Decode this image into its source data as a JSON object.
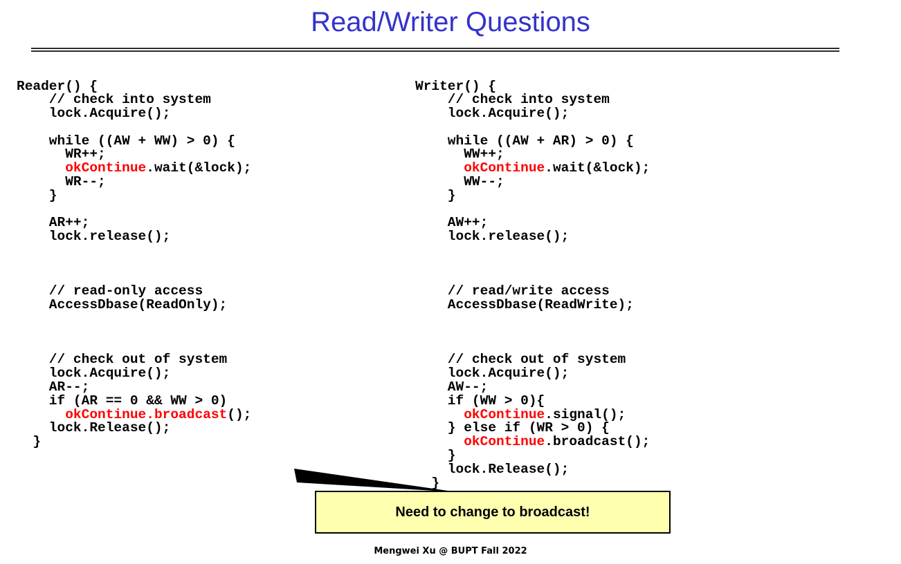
{
  "slide": {
    "title": "Read/Writer Questions",
    "title_color": "#3333cc",
    "background": "#ffffff",
    "footer": "Mengwei Xu @ BUPT Fall 2022"
  },
  "callout": {
    "text": "Need to change to broadcast!",
    "fill_color": "#ffffb0",
    "border_color": "#000000"
  },
  "code": {
    "highlight_color": "#ff0000",
    "text_color": "#000000",
    "reader": [
      [
        {
          "t": "Reader() {",
          "c": "black"
        }
      ],
      [
        {
          "t": "    // check into system",
          "c": "black"
        }
      ],
      [
        {
          "t": "    lock.Acquire();",
          "c": "black"
        }
      ],
      [
        {
          "t": "",
          "c": "black"
        }
      ],
      [
        {
          "t": "    while ((AW + WW) > 0) {",
          "c": "black"
        }
      ],
      [
        {
          "t": "      WR++;",
          "c": "black"
        }
      ],
      [
        {
          "t": "      ",
          "c": "black"
        },
        {
          "t": "okContinue",
          "c": "red"
        },
        {
          "t": ".wait(&lock);",
          "c": "black"
        }
      ],
      [
        {
          "t": "      WR--;",
          "c": "black"
        }
      ],
      [
        {
          "t": "    }",
          "c": "black"
        }
      ],
      [
        {
          "t": "",
          "c": "black"
        }
      ],
      [
        {
          "t": "    AR++;",
          "c": "black"
        }
      ],
      [
        {
          "t": "    lock.release();",
          "c": "black"
        }
      ],
      [
        {
          "t": "",
          "c": "black"
        }
      ],
      [
        {
          "t": "",
          "c": "black"
        }
      ],
      [
        {
          "t": "",
          "c": "black"
        }
      ],
      [
        {
          "t": "    // read-only access",
          "c": "black"
        }
      ],
      [
        {
          "t": "    AccessDbase(ReadOnly);",
          "c": "black"
        }
      ],
      [
        {
          "t": "",
          "c": "black"
        }
      ],
      [
        {
          "t": "",
          "c": "black"
        }
      ],
      [
        {
          "t": "",
          "c": "black"
        }
      ],
      [
        {
          "t": "    // check out of system",
          "c": "black"
        }
      ],
      [
        {
          "t": "    lock.Acquire();",
          "c": "black"
        }
      ],
      [
        {
          "t": "    AR--;",
          "c": "black"
        }
      ],
      [
        {
          "t": "    if (AR == 0 && WW > 0)",
          "c": "black"
        }
      ],
      [
        {
          "t": "      ",
          "c": "black"
        },
        {
          "t": "okContinue.broadcast",
          "c": "red"
        },
        {
          "t": "();",
          "c": "black"
        }
      ],
      [
        {
          "t": "    lock.Release();",
          "c": "black"
        }
      ],
      [
        {
          "t": "  }",
          "c": "black"
        }
      ]
    ],
    "writer": [
      [
        {
          "t": "Writer() {",
          "c": "black"
        }
      ],
      [
        {
          "t": "    // check into system",
          "c": "black"
        }
      ],
      [
        {
          "t": "    lock.Acquire();",
          "c": "black"
        }
      ],
      [
        {
          "t": "",
          "c": "black"
        }
      ],
      [
        {
          "t": "    while ((AW + AR) > 0) {",
          "c": "black"
        }
      ],
      [
        {
          "t": "      WW++;",
          "c": "black"
        }
      ],
      [
        {
          "t": "      ",
          "c": "black"
        },
        {
          "t": "okContinue",
          "c": "red"
        },
        {
          "t": ".wait(&lock);",
          "c": "black"
        }
      ],
      [
        {
          "t": "      WW--;",
          "c": "black"
        }
      ],
      [
        {
          "t": "    }",
          "c": "black"
        }
      ],
      [
        {
          "t": "",
          "c": "black"
        }
      ],
      [
        {
          "t": "    AW++;",
          "c": "black"
        }
      ],
      [
        {
          "t": "    lock.release();",
          "c": "black"
        }
      ],
      [
        {
          "t": "",
          "c": "black"
        }
      ],
      [
        {
          "t": "",
          "c": "black"
        }
      ],
      [
        {
          "t": "",
          "c": "black"
        }
      ],
      [
        {
          "t": "    // read/write access",
          "c": "black"
        }
      ],
      [
        {
          "t": "    AccessDbase(ReadWrite);",
          "c": "black"
        }
      ],
      [
        {
          "t": "",
          "c": "black"
        }
      ],
      [
        {
          "t": "",
          "c": "black"
        }
      ],
      [
        {
          "t": "",
          "c": "black"
        }
      ],
      [
        {
          "t": "    // check out of system",
          "c": "black"
        }
      ],
      [
        {
          "t": "    lock.Acquire();",
          "c": "black"
        }
      ],
      [
        {
          "t": "    AW--;",
          "c": "black"
        }
      ],
      [
        {
          "t": "    if (WW > 0){",
          "c": "black"
        }
      ],
      [
        {
          "t": "      ",
          "c": "black"
        },
        {
          "t": "okContinue",
          "c": "red"
        },
        {
          "t": ".signal();",
          "c": "black"
        }
      ],
      [
        {
          "t": "    } else if (WR > 0) {",
          "c": "black"
        }
      ],
      [
        {
          "t": "      ",
          "c": "black"
        },
        {
          "t": "okContinue",
          "c": "red"
        },
        {
          "t": ".broadcast();",
          "c": "black"
        }
      ],
      [
        {
          "t": "    }",
          "c": "black"
        }
      ],
      [
        {
          "t": "    lock.Release();",
          "c": "black"
        }
      ],
      [
        {
          "t": "  }",
          "c": "black"
        }
      ]
    ]
  }
}
